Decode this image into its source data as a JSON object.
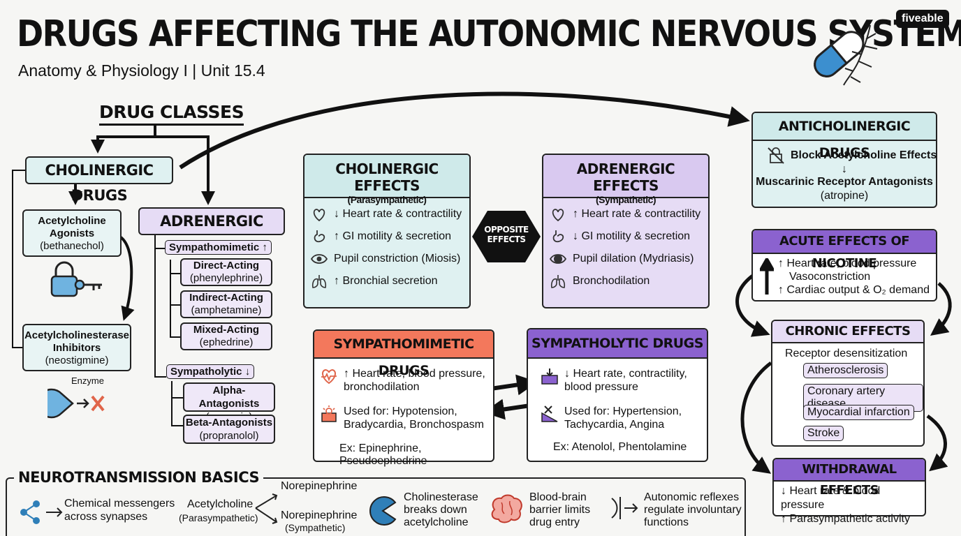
{
  "header": {
    "title": "DRUGS AFFECTING THE AUTONOMIC NERVOUS SYSTEM",
    "subtitle": "Anatomy & Physiology I | Unit 15.4",
    "brand": "fiveable"
  },
  "drug_classes": {
    "heading": "DRUG CLASSES",
    "cholinergic": {
      "heading": "CHOLINERGIC DRUGS",
      "agonists": {
        "title": "Acetylcholine Agonists",
        "example": "(bethanechol)"
      },
      "inhibitors": {
        "title": "Acetylcholinesterase Inhibitors",
        "example": "(neostigmine)"
      },
      "enzyme_label": "Enzyme"
    },
    "adrenergic": {
      "heading": "ADRENERGIC DRUGS",
      "sympathomimetic": "Sympathomimetic ↑",
      "direct": {
        "title": "Direct-Acting",
        "example": "(phenylephrine)"
      },
      "indirect": {
        "title": "Indirect-Acting",
        "example": "(amphetamine)"
      },
      "mixed": {
        "title": "Mixed-Acting",
        "example": "(ephedrine)"
      },
      "sympatholytic": "Sympatholytic ↓",
      "alpha": {
        "title": "Alpha-Antagonists",
        "example": "(prazosin)"
      },
      "beta": {
        "title": "Beta-Antagonists",
        "example": "(propranolol)"
      }
    }
  },
  "cholinergic_effects": {
    "title": "CHOLINERGIC EFFECTS",
    "subtitle": "(Parasympathetic)",
    "items": [
      "↓ Heart rate & contractility",
      "↑ GI motility & secretion",
      "Pupil constriction (Miosis)",
      "↑ Bronchial secretion"
    ]
  },
  "opposite_label": "OPPOSITE EFFECTS",
  "adrenergic_effects": {
    "title": "ADRENERGIC EFFECTS",
    "subtitle": "(Sympathetic)",
    "items": [
      "↑ Heart rate & contractility",
      "↓ GI motility & secretion",
      "Pupil dilation (Mydriasis)",
      "Bronchodilation"
    ]
  },
  "sympathomimetic_drugs": {
    "title": "SYMPATHOMIMETIC DRUGS",
    "effect": "↑ Heart rate, blood pressure, bronchodilation",
    "uses": "Used for: Hypotension, Bradycardia, Bronchospasm",
    "examples": "Ex: Epinephrine, Pseudoephedrine"
  },
  "sympatholytic_drugs": {
    "title": "SYMPATHOLYTIC DRUGS",
    "effect": "↓ Heart rate, contractility, blood pressure",
    "uses": "Used for: Hypertension, Tachycardia, Angina",
    "examples": "Ex: Atenolol, Phentolamine"
  },
  "anticholinergic": {
    "title": "ANTICHOLINERGIC DRUGS",
    "line1": "Block Acetylcholine Effects",
    "arrow": "↓",
    "line2": "Muscarinic Receptor Antagonists",
    "example": "(atropine)"
  },
  "nicotine_acute": {
    "title": "ACUTE EFFECTS OF NICOTINE",
    "lines": [
      "↑ Heart rate, blood pressure",
      "Vasoconstriction",
      "↑ Cardiac output & O₂ demand"
    ]
  },
  "nicotine_chronic": {
    "title": "CHRONIC EFFECTS",
    "lead": "Receptor desensitization",
    "items": [
      "Atherosclerosis",
      "Coronary artery disease",
      "Myocardial infarction",
      "Stroke"
    ]
  },
  "nicotine_withdrawal": {
    "title": "WITHDRAWAL EFFECTS",
    "lines": [
      "↓ Heart rate & blood pressure",
      "↑ Parasympathetic activity"
    ]
  },
  "basics": {
    "title": "NEUROTRANSMISSION BASICS",
    "messengers": "Chemical messengers across synapses",
    "ach": "Acetylcholine",
    "ach_sub": "(Parasympathetic)",
    "ne1": "Norepinephrine",
    "ne2": "Norepinephrine",
    "ne2_sub": "(Sympathetic)",
    "cholinesterase": "Cholinesterase breaks down acetylcholine",
    "bbb": "Blood-brain barrier limits drug entry",
    "reflex": "Autonomic reflexes regulate involuntary functions"
  },
  "colors": {
    "teal": "#dff1f1",
    "purple": "#e6dcf5",
    "purple_dark": "#8b62cf",
    "orange": "#f3785c",
    "blue_icon": "#2f7fb8"
  },
  "icons": [
    "capsule-icon",
    "neuron-icon",
    "lock-key-icon",
    "enzyme-pacman-icon",
    "heart-icon",
    "stomach-icon",
    "eye-icon",
    "lungs-icon",
    "heartbeat-icon",
    "warning-icon",
    "down-arrow-box-icon",
    "no-entry-icon",
    "network-icon",
    "brain-icon",
    "reflex-icon"
  ]
}
